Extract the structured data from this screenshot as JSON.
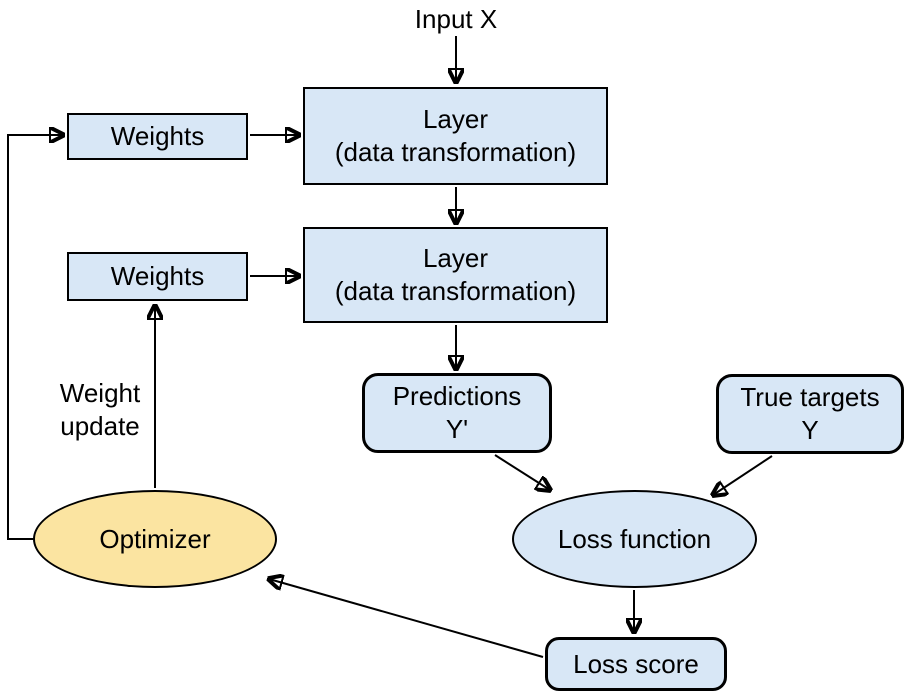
{
  "colors": {
    "node_fill_blue": "#d8e7f6",
    "node_fill_yellow": "#fbe4a1",
    "stroke": "#000000",
    "background": "#ffffff"
  },
  "labels": {
    "input": "Input X",
    "weights_top": "Weights",
    "weights_bottom": "Weights",
    "layer_top_line1": "Layer",
    "layer_top_line2": "(data transformation)",
    "layer_bottom_line1": "Layer",
    "layer_bottom_line2": "(data transformation)",
    "predictions_line1": "Predictions",
    "predictions_line2": "Y'",
    "true_targets_line1": "True targets",
    "true_targets_line2": "Y",
    "loss_function": "Loss function",
    "loss_score": "Loss score",
    "optimizer": "Optimizer",
    "weight_update_line1": "Weight",
    "weight_update_line2": "update"
  },
  "edges": [
    {
      "from": "Input X",
      "to": "Layer (data transformation) top"
    },
    {
      "from": "Weights top",
      "to": "Layer (data transformation) top"
    },
    {
      "from": "Layer (data transformation) top",
      "to": "Layer (data transformation) bottom"
    },
    {
      "from": "Weights bottom",
      "to": "Layer (data transformation) bottom"
    },
    {
      "from": "Layer (data transformation) bottom",
      "to": "Predictions Y'"
    },
    {
      "from": "Predictions Y'",
      "to": "Loss function"
    },
    {
      "from": "True targets Y",
      "to": "Loss function"
    },
    {
      "from": "Loss function",
      "to": "Loss score"
    },
    {
      "from": "Loss score",
      "to": "Optimizer"
    },
    {
      "from": "Optimizer",
      "to": "Weights bottom",
      "label": "Weight update"
    },
    {
      "from": "Optimizer",
      "to": "Weights top"
    }
  ]
}
